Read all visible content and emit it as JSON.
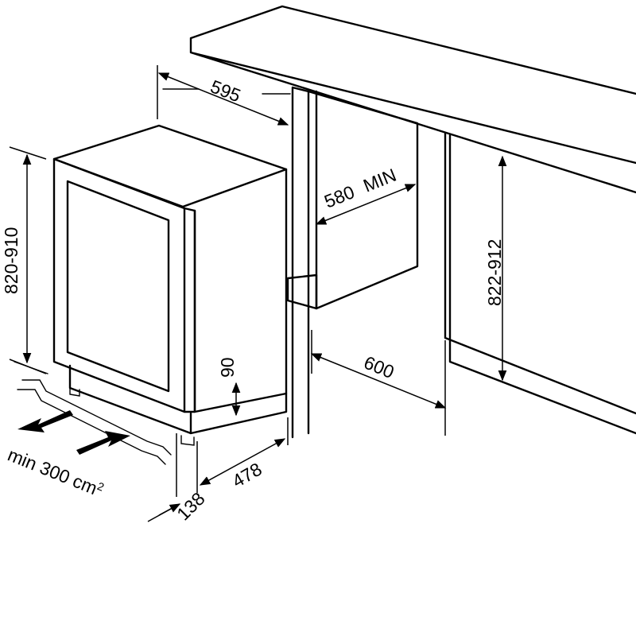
{
  "dimensions": {
    "width": "595",
    "depth_min": "580",
    "depth_min_suffix": "MIN",
    "cabinet_depth": "600",
    "height": "820-910",
    "niche_height": "822-912",
    "plinth": "90",
    "door_depth": "478",
    "plinth_gap": "138"
  },
  "ventilation": {
    "label": "min 300 cm",
    "unit_superscript": "2"
  }
}
